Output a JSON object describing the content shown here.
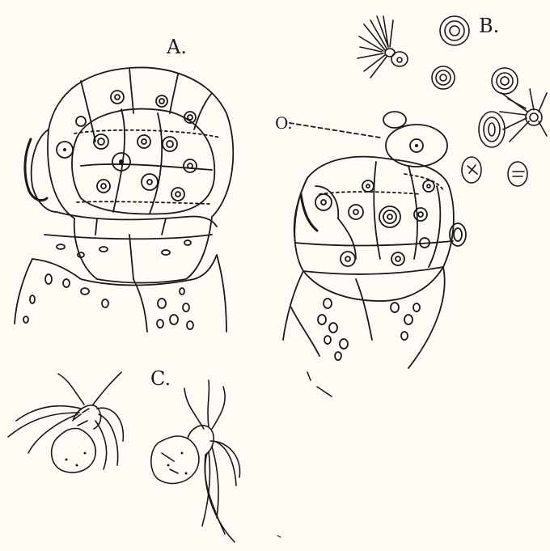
{
  "figure": {
    "labels": {
      "panel_a": "A.",
      "panel_b": "B.",
      "panel_c": "C.",
      "pointer_o": "O."
    },
    "colors": {
      "ink": "#1a1a1a",
      "paper": "#fefcf4"
    }
  }
}
